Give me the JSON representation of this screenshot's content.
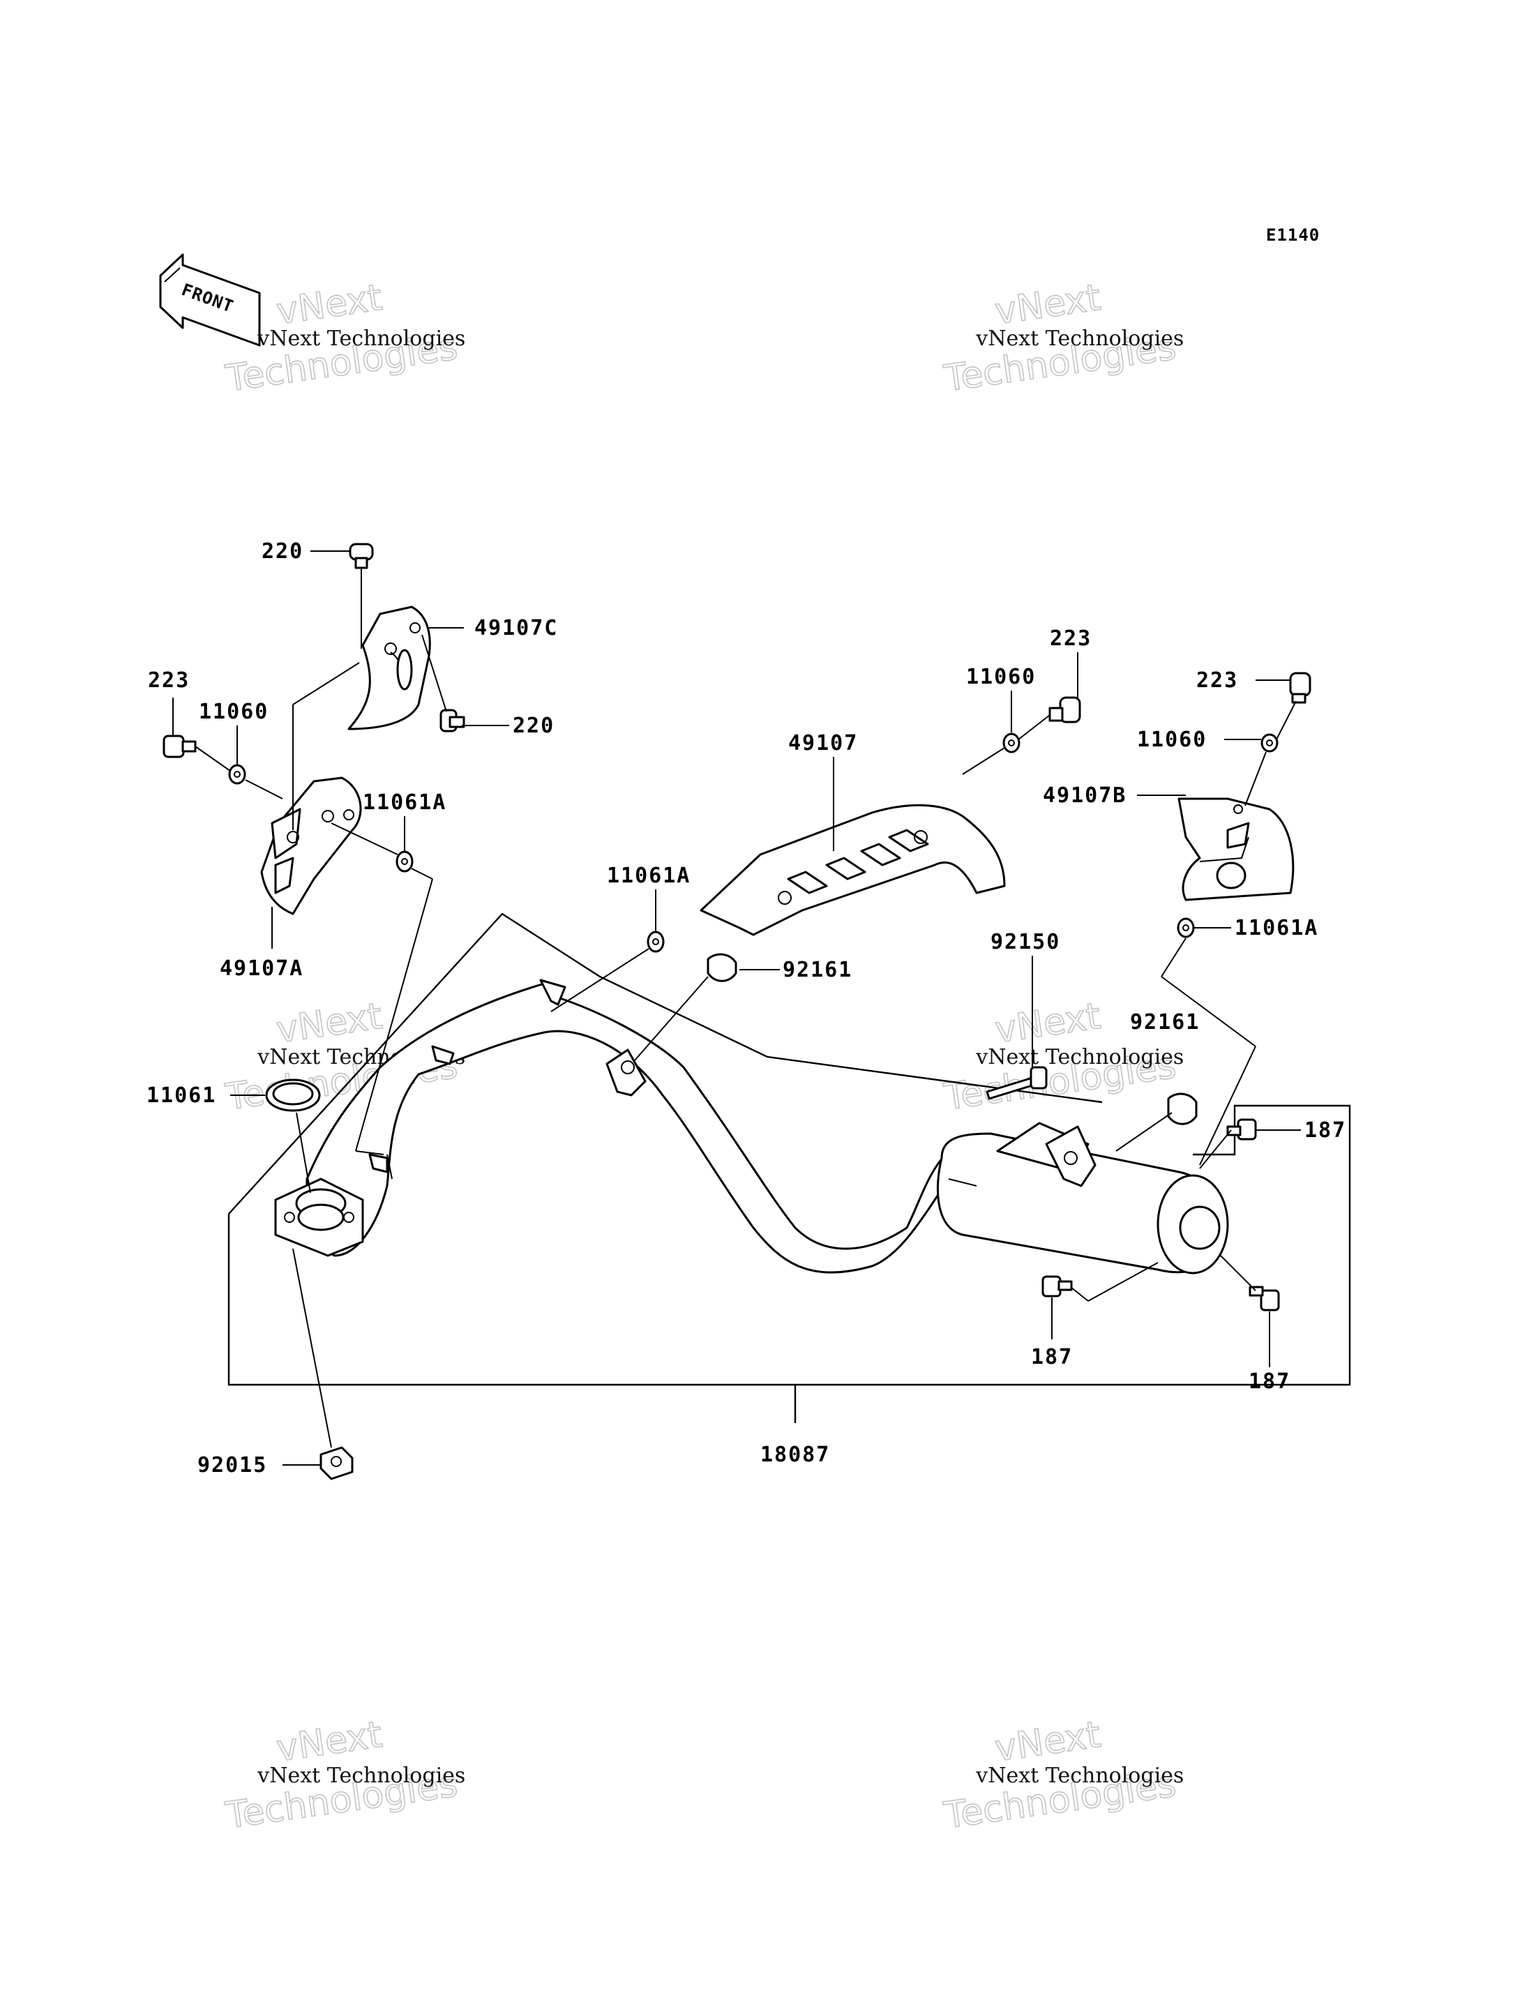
{
  "diagram_code": "E1140",
  "front_arrow_label": "FRONT",
  "watermark": {
    "line1": "vNext Technologies",
    "line2a": "vNext",
    "line2b": "Technologies"
  },
  "callouts": {
    "c220_top": "220",
    "c49107C": "49107C",
    "c220_bot": "220",
    "c223_left": "223",
    "c11060_left": "11060",
    "c11061A_left": "11061A",
    "c49107A": "49107A",
    "c49107": "49107",
    "c11060_mid": "11060",
    "c223_mid": "223",
    "c11061A_mid": "11061A",
    "c92161_mid": "92161",
    "c223_right": "223",
    "c11060_right": "11060",
    "c49107B": "49107B",
    "c11061A_right": "11061A",
    "c92150": "92150",
    "c92161_right": "92161",
    "c187_top": "187",
    "c187_bot_left": "187",
    "c187_bot_right": "187",
    "c11061": "11061",
    "c92015": "92015",
    "c18087": "18087"
  }
}
